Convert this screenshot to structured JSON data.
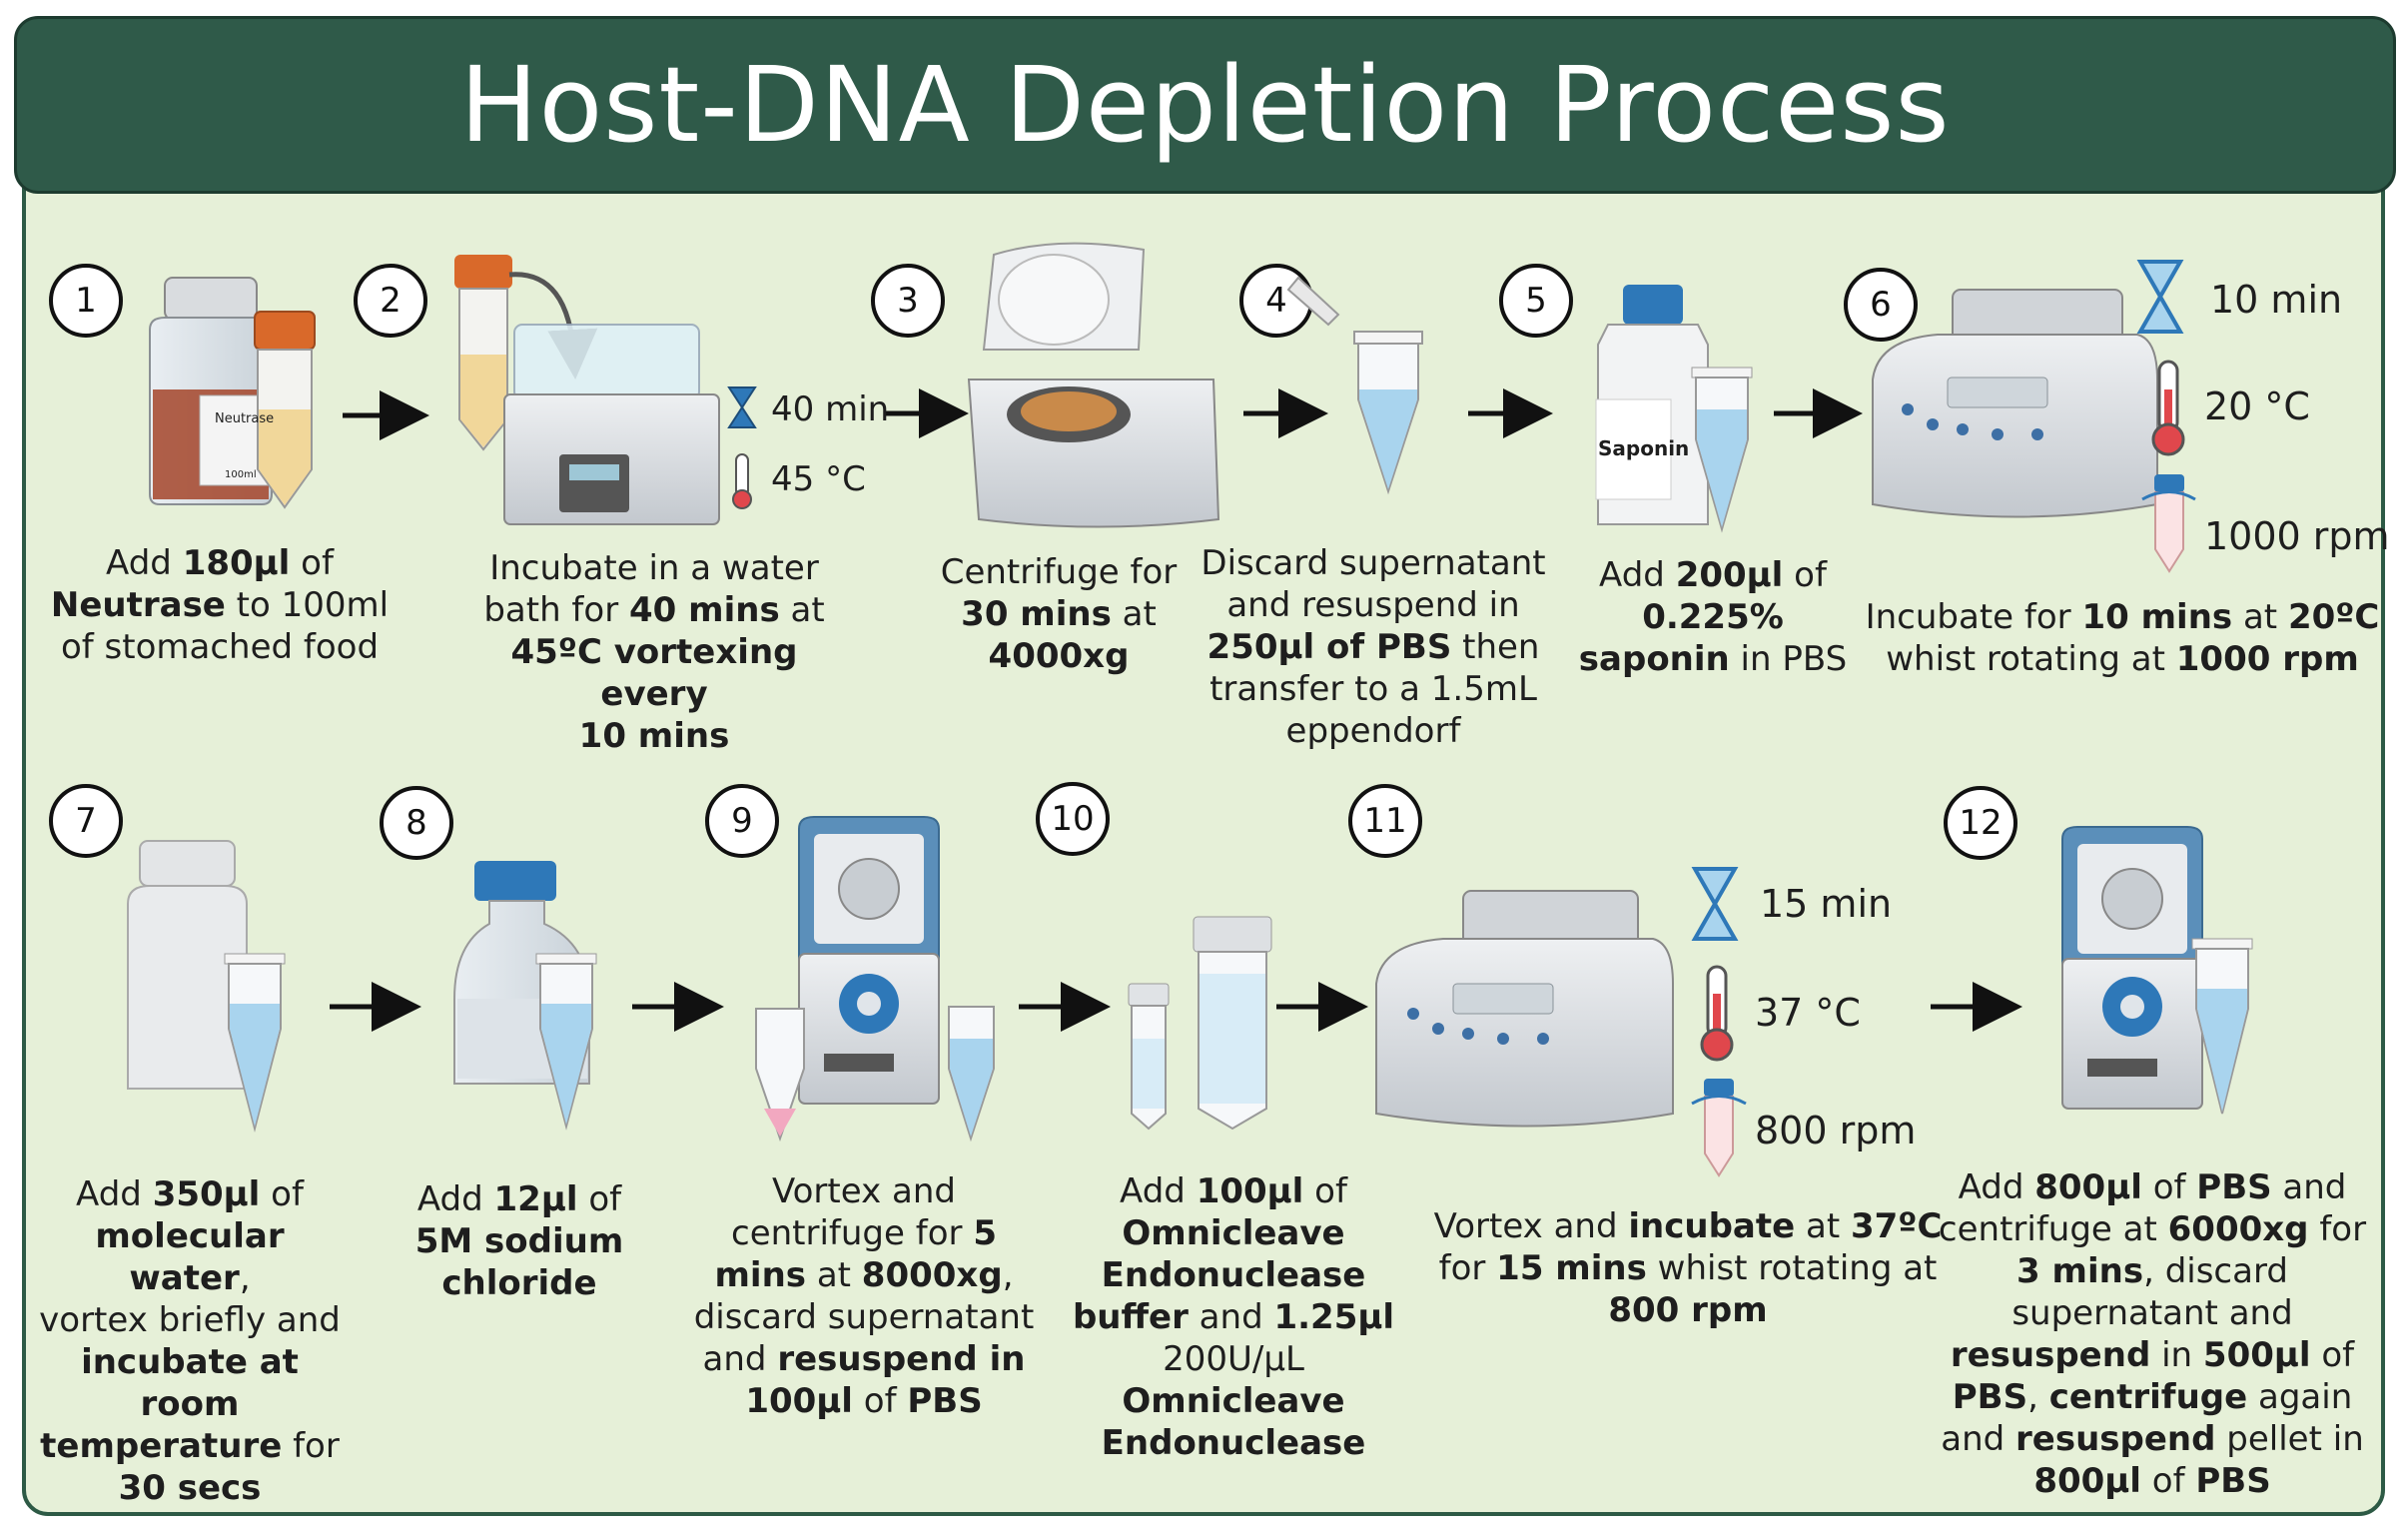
{
  "title": "Host-DNA Depletion Process",
  "steps": [
    {
      "n": "1",
      "caption": [
        [
          "Add ",
          false
        ],
        [
          "180µl",
          true
        ],
        [
          " of",
          false
        ],
        [
          "\n",
          false
        ],
        [
          "Neutrase",
          true
        ],
        [
          " to 100ml",
          false
        ],
        [
          "\n",
          false
        ],
        [
          "of stomached food",
          false
        ]
      ]
    },
    {
      "n": "2",
      "caption": [
        [
          "Incubate in a water",
          false
        ],
        [
          "\n",
          false
        ],
        [
          "bath for ",
          false
        ],
        [
          "40 mins",
          true
        ],
        [
          " at",
          false
        ],
        [
          "\n",
          false
        ],
        [
          "45ºC vortexing every",
          true
        ],
        [
          "\n",
          false
        ],
        [
          "10 mins",
          true
        ]
      ]
    },
    {
      "n": "3",
      "caption": [
        [
          "Centrifuge for",
          false
        ],
        [
          "\n",
          false
        ],
        [
          "30 mins",
          true
        ],
        [
          " at",
          false
        ],
        [
          "\n",
          false
        ],
        [
          "4000xg",
          true
        ]
      ]
    },
    {
      "n": "4",
      "caption": [
        [
          "Discard supernatant",
          false
        ],
        [
          "\n",
          false
        ],
        [
          "and resuspend in",
          false
        ],
        [
          "\n",
          false
        ],
        [
          "250µl of PBS",
          true
        ],
        [
          " then",
          false
        ],
        [
          "\n",
          false
        ],
        [
          "transfer to a 1.5mL",
          false
        ],
        [
          "\n",
          false
        ],
        [
          "eppendorf",
          false
        ]
      ]
    },
    {
      "n": "5",
      "caption": [
        [
          "Add ",
          false
        ],
        [
          "200µl",
          true
        ],
        [
          " of",
          false
        ],
        [
          "\n",
          false
        ],
        [
          "0.225%",
          true
        ],
        [
          "\n",
          false
        ],
        [
          "saponin",
          true
        ],
        [
          " in PBS",
          false
        ]
      ]
    },
    {
      "n": "6",
      "caption": [
        [
          "Incubate for ",
          false
        ],
        [
          "10 mins",
          true
        ],
        [
          " at ",
          false
        ],
        [
          "20ºC",
          true
        ],
        [
          "\n",
          false
        ],
        [
          "whist rotating at ",
          false
        ],
        [
          "1000 rpm",
          true
        ]
      ]
    },
    {
      "n": "7",
      "caption": [
        [
          "Add ",
          false
        ],
        [
          "350µl",
          true
        ],
        [
          " of",
          false
        ],
        [
          "\n",
          false
        ],
        [
          "molecular water",
          true
        ],
        [
          ",",
          false
        ],
        [
          "\n",
          false
        ],
        [
          "vortex briefly and",
          false
        ],
        [
          "\n",
          false
        ],
        [
          "incubate at room",
          true
        ],
        [
          "\n",
          false
        ],
        [
          "temperature",
          true
        ],
        [
          " for",
          false
        ],
        [
          "\n",
          false
        ],
        [
          "30 secs",
          true
        ]
      ]
    },
    {
      "n": "8",
      "caption": [
        [
          "Add ",
          false
        ],
        [
          "12µl",
          true
        ],
        [
          " of",
          false
        ],
        [
          "\n",
          false
        ],
        [
          "5M sodium",
          true
        ],
        [
          "\n",
          false
        ],
        [
          "chloride",
          true
        ]
      ]
    },
    {
      "n": "9",
      "caption": [
        [
          "Vortex and",
          false
        ],
        [
          "\n",
          false
        ],
        [
          "centrifuge for ",
          false
        ],
        [
          "5",
          true
        ],
        [
          "\n",
          false
        ],
        [
          "mins",
          true
        ],
        [
          " at ",
          false
        ],
        [
          "8000xg",
          true
        ],
        [
          ",",
          false
        ],
        [
          "\n",
          false
        ],
        [
          "discard supernatant",
          false
        ],
        [
          "\n",
          false
        ],
        [
          "and ",
          false
        ],
        [
          "resuspend in",
          true
        ],
        [
          "\n",
          false
        ],
        [
          "100µl",
          true
        ],
        [
          " of ",
          false
        ],
        [
          "PBS",
          true
        ]
      ]
    },
    {
      "n": "10",
      "caption": [
        [
          "Add ",
          false
        ],
        [
          "100µl",
          true
        ],
        [
          " of",
          false
        ],
        [
          "\n",
          false
        ],
        [
          "Omnicleave",
          true
        ],
        [
          "\n",
          false
        ],
        [
          "Endonuclease",
          true
        ],
        [
          "\n",
          false
        ],
        [
          "buffer",
          true
        ],
        [
          " and ",
          false
        ],
        [
          "1.25µl",
          true
        ],
        [
          "\n",
          false
        ],
        [
          "200U/µL",
          false
        ],
        [
          "\n",
          false
        ],
        [
          "Omnicleave",
          true
        ],
        [
          "\n",
          false
        ],
        [
          "Endonuclease",
          true
        ]
      ]
    },
    {
      "n": "11",
      "caption": [
        [
          "Vortex and ",
          false
        ],
        [
          "incubate",
          true
        ],
        [
          " at ",
          false
        ],
        [
          "37ºC",
          true
        ],
        [
          "\n",
          false
        ],
        [
          "for ",
          false
        ],
        [
          "15 mins",
          true
        ],
        [
          " whist rotating at",
          false
        ],
        [
          "\n",
          false
        ],
        [
          "800 rpm",
          true
        ]
      ]
    },
    {
      "n": "12",
      "caption": [
        [
          "Add ",
          false
        ],
        [
          "800µl",
          true
        ],
        [
          " of ",
          false
        ],
        [
          "PBS",
          true
        ],
        [
          " and",
          false
        ],
        [
          "\n",
          false
        ],
        [
          "centrifuge at ",
          false
        ],
        [
          "6000xg",
          true
        ],
        [
          " for",
          false
        ],
        [
          "\n",
          false
        ],
        [
          "3 mins",
          true
        ],
        [
          ", discard",
          false
        ],
        [
          "\n",
          false
        ],
        [
          "supernatant and",
          false
        ],
        [
          "\n",
          false
        ],
        [
          "resuspend",
          true
        ],
        [
          " in ",
          false
        ],
        [
          "500µl",
          true
        ],
        [
          " of",
          false
        ],
        [
          "\n",
          false
        ],
        [
          "PBS",
          true
        ],
        [
          ", ",
          false
        ],
        [
          "centrifuge",
          true
        ],
        [
          " again",
          false
        ],
        [
          "\n",
          false
        ],
        [
          "and ",
          false
        ],
        [
          "resuspend",
          true
        ],
        [
          " pellet in",
          false
        ],
        [
          "\n",
          false
        ],
        [
          "800µl",
          true
        ],
        [
          " of ",
          false
        ],
        [
          "PBS",
          true
        ]
      ]
    }
  ],
  "labels": {
    "s2_time": "40 min",
    "s2_temp": "45 °C",
    "s6_time": "10 min",
    "s6_temp": "20 °C",
    "s6_rpm": "1000 rpm",
    "s11_time": "15 min",
    "s11_temp": "37 °C",
    "s11_rpm": "800 rpm",
    "bottle_label": "Neutrase",
    "bottle_small": "100ml",
    "saponin_label": "Saponin"
  },
  "colors": {
    "header": "#2f5a49",
    "background": "#e6f0d8",
    "liquid_blue": "#a9d4ee",
    "cap_orange": "#d9692a",
    "cap_blue": "#2e78b8"
  }
}
